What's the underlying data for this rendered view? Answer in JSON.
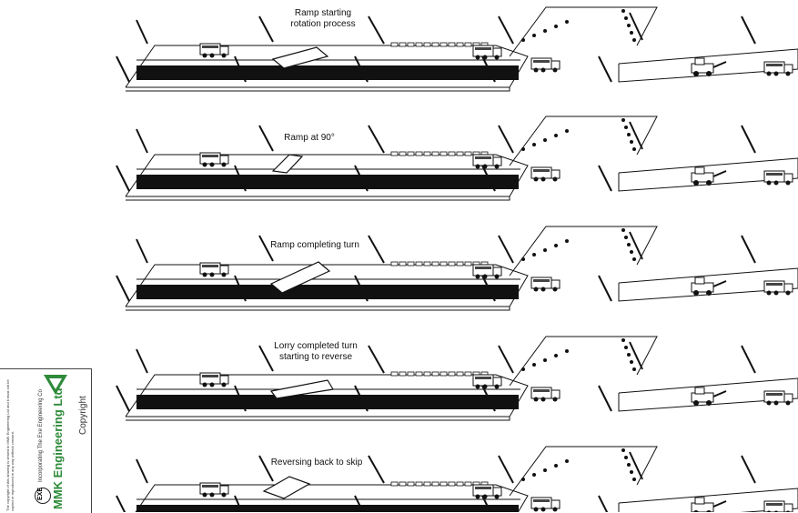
{
  "stages": [
    {
      "caption": [
        "Ramp starting",
        "rotation process"
      ]
    },
    {
      "caption": [
        "Ramp at 90°"
      ]
    },
    {
      "caption": [
        "Ramp completing turn"
      ]
    },
    {
      "caption": [
        "Lorry completed turn",
        "starting to reverse"
      ]
    },
    {
      "caption": [
        "Reversing back to skip"
      ]
    }
  ],
  "title_block": {
    "copyright": "Copyright",
    "company": "MMK Engineering Ltd",
    "incorporating": "Incorporating The Exe Engineering Co",
    "badge": "EXE",
    "notice": "The copyright of this drawing is vested in MMK Engineering Ltd and it must not be copied or reproduced in any way without consent."
  },
  "colors": {
    "line": "#1a1a1a",
    "conveyor": "#111111",
    "brand_green": "#2e8b3a"
  }
}
